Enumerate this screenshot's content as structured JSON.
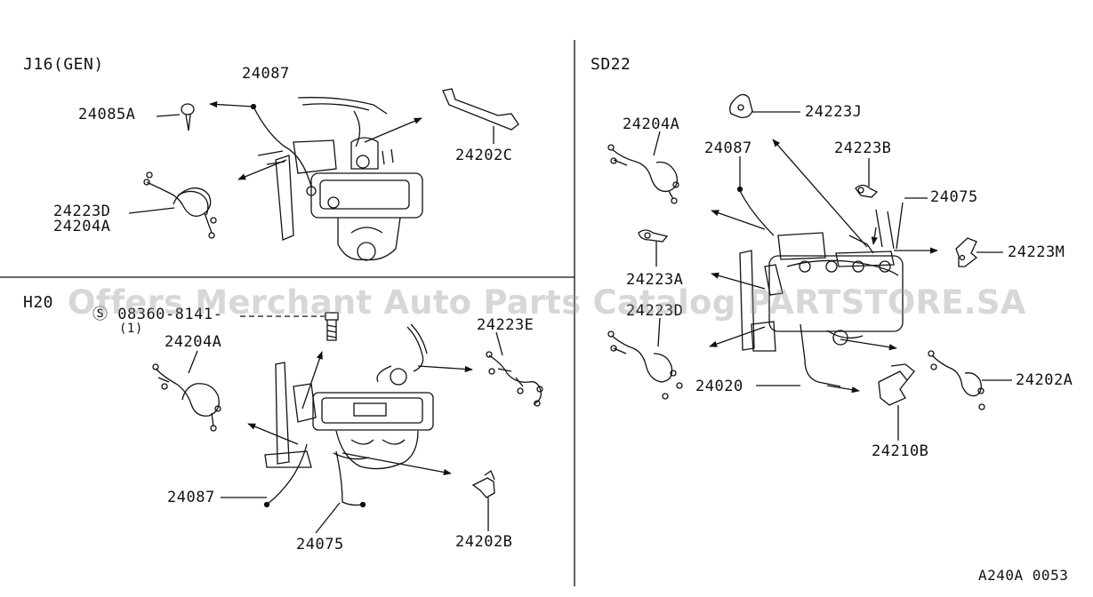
{
  "sections": {
    "j16": "J16(GEN)",
    "h20": "H20",
    "sd22": "SD22"
  },
  "parts": {
    "j16_24087": "24087",
    "j16_24085A": "24085A",
    "j16_24202C": "24202C",
    "j16_24223D": "24223D",
    "j16_24204A": "24204A",
    "h20_ref": "Ⓢ 08360-8141-",
    "h20_ref_qty": "(1)",
    "h20_24204A": "24204A",
    "h20_24223E": "24223E",
    "h20_24087": "24087",
    "h20_24075": "24075",
    "h20_24202B": "24202B",
    "sd22_24223J": "24223J",
    "sd22_24204A": "24204A",
    "sd22_24087": "24087",
    "sd22_24223B": "24223B",
    "sd22_24075": "24075",
    "sd22_24223M": "24223M",
    "sd22_24223A": "24223A",
    "sd22_24223D": "24223D",
    "sd22_24020": "24020",
    "sd22_24202A": "24202A",
    "sd22_24210B": "24210B"
  },
  "diagram_code": "A240A 0053",
  "watermark": "Offers Merchant Auto Parts Catalog PARTSTORE.SA"
}
